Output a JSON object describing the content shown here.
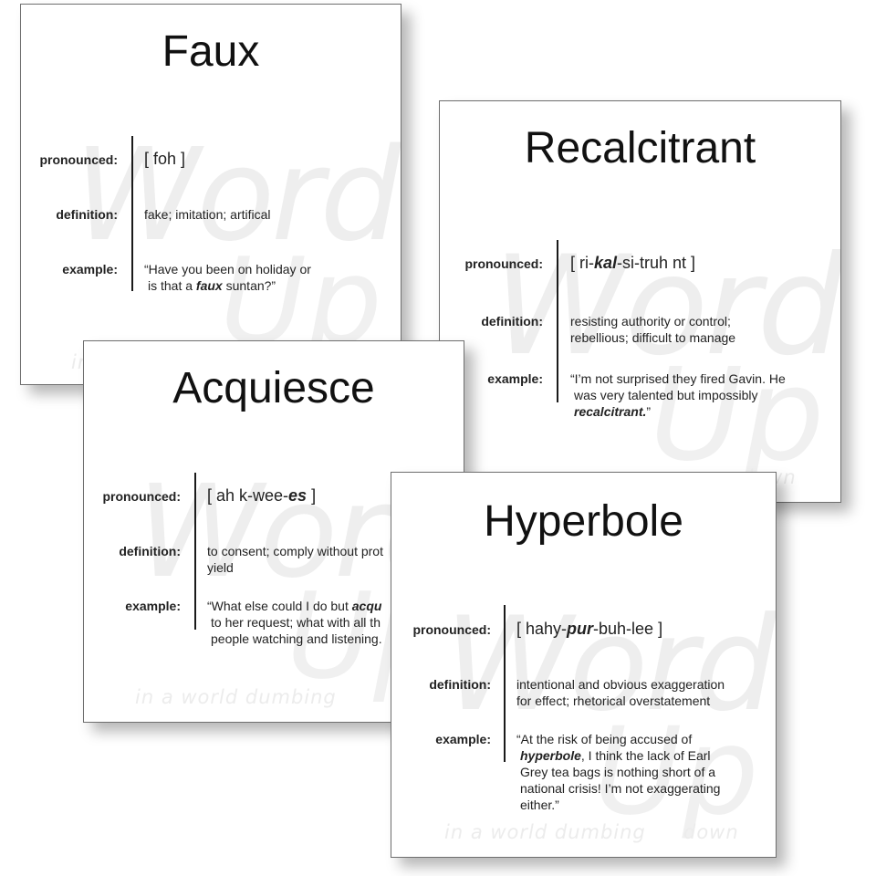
{
  "brand": {
    "watermark_word": "Word",
    "watermark_up": "Up",
    "tagline_left": "in a world dumbing",
    "tagline_right": "down"
  },
  "labels": {
    "pronounced": "pronounced:",
    "definition": "definition:",
    "example": "example:"
  },
  "cards": [
    {
      "word": "Faux",
      "pronounced": {
        "pre": "[ foh ]",
        "stress": "",
        "post": ""
      },
      "definition": [
        "fake; imitation; artifical"
      ],
      "example": {
        "lines": [
          {
            "pre": "“Have you been on holiday or",
            "em": "",
            "post": ""
          },
          {
            "pre": "is that a ",
            "em": "faux",
            "post": " suntan?”"
          }
        ]
      }
    },
    {
      "word": "Recalcitrant",
      "pronounced": {
        "pre": "[ ri-",
        "stress": "kal",
        "post": "-si-truh nt ]"
      },
      "definition": [
        "resisting authority or control;",
        "rebellious; difficult to manage"
      ],
      "example": {
        "lines": [
          {
            "pre": "“I’m not surprised they fired Gavin. He",
            "em": "",
            "post": ""
          },
          {
            "pre": "was very talented but impossibly",
            "em": "",
            "post": ""
          },
          {
            "pre": "",
            "em": "recalcitrant.",
            "post": "”"
          }
        ]
      }
    },
    {
      "word": "Acquiesce",
      "pronounced": {
        "pre": "[ ah k-wee-",
        "stress": "es",
        "post": " ]"
      },
      "definition": [
        "to consent; comply without prot",
        "yield"
      ],
      "example": {
        "lines": [
          {
            "pre": "“What else could I do but ",
            "em": "acqu",
            "post": ""
          },
          {
            "pre": "to her request; what with all th",
            "em": "",
            "post": ""
          },
          {
            "pre": "people watching and listening.",
            "em": "",
            "post": ""
          }
        ]
      }
    },
    {
      "word": "Hyperbole",
      "pronounced": {
        "pre": "[ hahy-",
        "stress": "pur",
        "post": "-buh-lee ]"
      },
      "definition": [
        "intentional and obvious exaggeration",
        "for effect; rhetorical overstatement"
      ],
      "example": {
        "lines": [
          {
            "pre": "“At the risk of being accused of",
            "em": "",
            "post": ""
          },
          {
            "pre": "",
            "em": "hyperbole",
            "post": ", I think the lack of Earl"
          },
          {
            "pre": "Grey tea bags is nothing short of a",
            "em": "",
            "post": ""
          },
          {
            "pre": "national crisis! I’m not exaggerating",
            "em": "",
            "post": ""
          },
          {
            "pre": "either.”",
            "em": "",
            "post": ""
          }
        ]
      }
    }
  ]
}
